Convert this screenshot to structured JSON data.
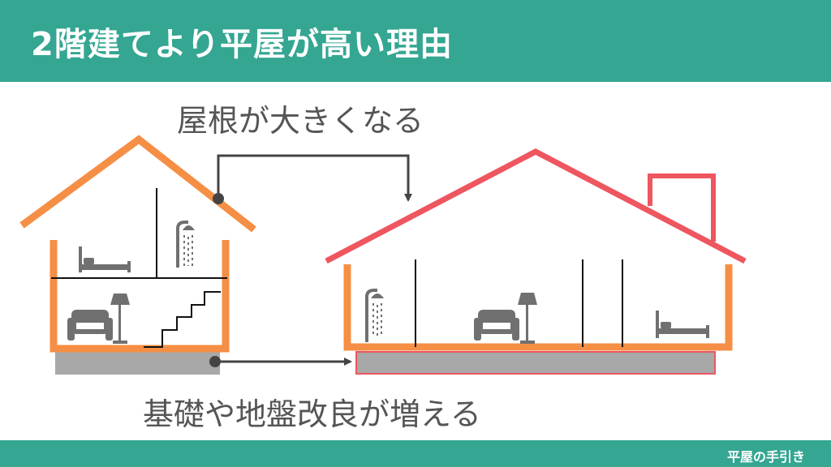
{
  "header": {
    "title": "2階建てより平屋が高い理由"
  },
  "labels": {
    "roof": "屋根が大きくなる",
    "foundation": "基礎や地盤改良が増える"
  },
  "footer": {
    "brand": "平屋の手引き"
  },
  "colors": {
    "accent": "#34a692",
    "two_story_house": "#f58f45",
    "single_story_house": "#ee5660",
    "foundation": "#a8a8a8",
    "arrow": "#444444",
    "furniture": "#707070"
  },
  "icons": [
    "bed-icon",
    "shower-icon",
    "armchair-icon",
    "floor-lamp-icon",
    "stairs-icon",
    "chimney-icon",
    "arrow-icon"
  ]
}
